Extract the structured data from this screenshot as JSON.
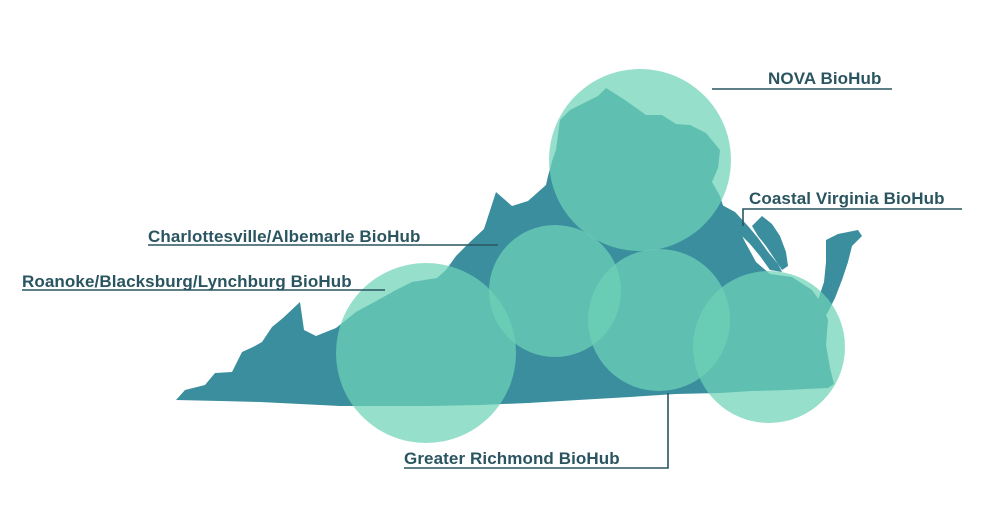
{
  "map": {
    "region": "Virginia",
    "colors": {
      "state_fill": "#3a8e9e",
      "circle_fill": "#6dd3b7",
      "leader_line": "#2a5560",
      "label_text": "#2a5560",
      "background": "#ffffff"
    }
  },
  "hubs": [
    {
      "id": "nova",
      "label": "NOVA BioHub"
    },
    {
      "id": "coastal",
      "label": "Coastal Virginia BioHub"
    },
    {
      "id": "cville",
      "label": "Charlottesville/Albemarle BioHub"
    },
    {
      "id": "roanoke",
      "label": "Roanoke/Blacksburg/Lynchburg BioHub"
    },
    {
      "id": "richmond",
      "label": "Greater Richmond BioHub"
    }
  ]
}
